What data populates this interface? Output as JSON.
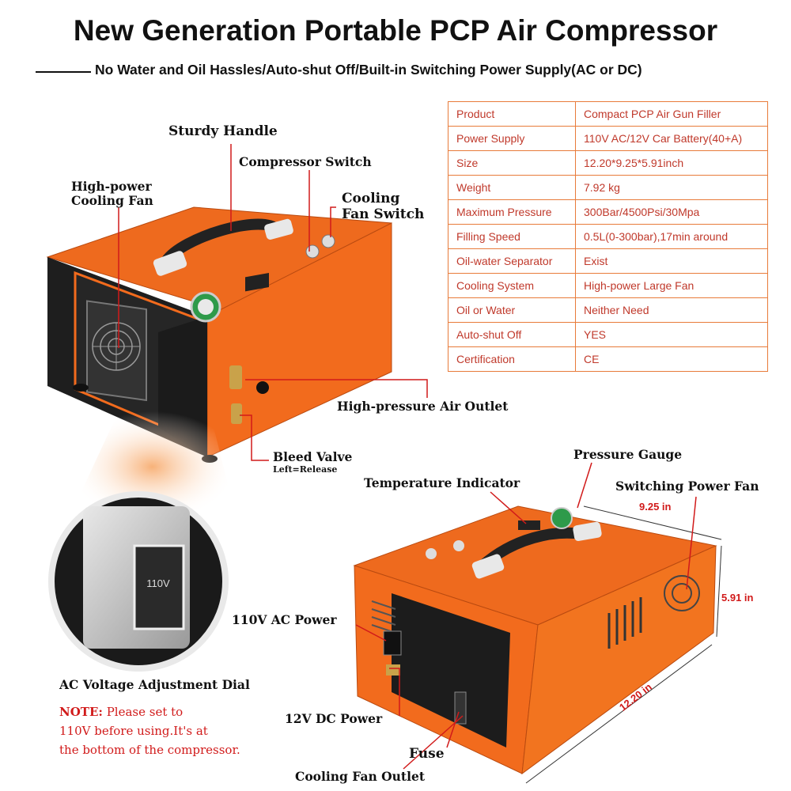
{
  "title": "New Generation Portable PCP Air Compressor",
  "subtitle": "No Water and Oil Hassles/Auto-shut Off/Built-in Switching Power Supply(AC or DC)",
  "specs": [
    {
      "key": "Product",
      "value": "Compact PCP Air Gun Filler"
    },
    {
      "key": "Power Supply",
      "value": "110V AC/12V Car Battery(40+A)"
    },
    {
      "key": "Size",
      "value": "12.20*9.25*5.91inch"
    },
    {
      "key": "Weight",
      "value": "7.92 kg"
    },
    {
      "key": "Maximum Pressure",
      "value": "300Bar/4500Psi/30Mpa"
    },
    {
      "key": "Filling Speed",
      "value": "0.5L(0-300bar),17min around"
    },
    {
      "key": "Oil-water Separator",
      "value": "Exist"
    },
    {
      "key": "Cooling System",
      "value": "High-power Large Fan"
    },
    {
      "key": "Oil or Water",
      "value": "Neither Need"
    },
    {
      "key": "Auto-shut Off",
      "value": "YES"
    },
    {
      "key": "Certification",
      "value": "CE"
    }
  ],
  "labels": {
    "sturdy_handle": "Sturdy Handle",
    "compressor_switch": "Compressor Switch",
    "cooling_fan_switch_1": "Cooling",
    "cooling_fan_switch_2": "Fan Switch",
    "cooling_fan_1": "High-power",
    "cooling_fan_2": "Cooling Fan",
    "air_outlet": "High-pressure Air Outlet",
    "bleed_valve": "Bleed Valve",
    "bleed_valve_note": "Left=Release",
    "pressure_gauge": "Pressure Gauge",
    "temperature_indicator": "Temperature Indicator",
    "switching_power_fan": "Switching Power Fan",
    "ac_power": "110V AC Power",
    "dc_power": "12V DC Power",
    "fuse": "Fuse",
    "cooling_fan_outlet": "Cooling Fan Outlet",
    "voltage_dial": "AC Voltage Adjustment Dial"
  },
  "note": {
    "prefix": "NOTE:",
    "line1": " Please set to",
    "line2": "110V before using.It's at",
    "line3": "the bottom of the compressor."
  },
  "dimensions": {
    "width": "9.25 in",
    "height": "5.91 in",
    "length": "12.20 in"
  },
  "dial_value": "110V",
  "colors": {
    "body_orange": "#f26b1d",
    "accent_red": "#d11a1a",
    "table_border": "#e87b3a"
  }
}
